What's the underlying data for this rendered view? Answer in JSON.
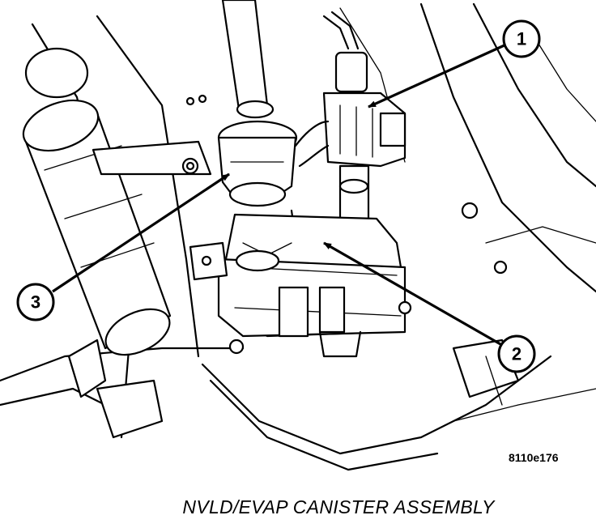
{
  "figure": {
    "id_label": "8110e176",
    "caption": "NVLD/EVAP CANISTER ASSEMBLY"
  },
  "callouts": [
    {
      "number": "1"
    },
    {
      "number": "2"
    },
    {
      "number": "3"
    }
  ]
}
